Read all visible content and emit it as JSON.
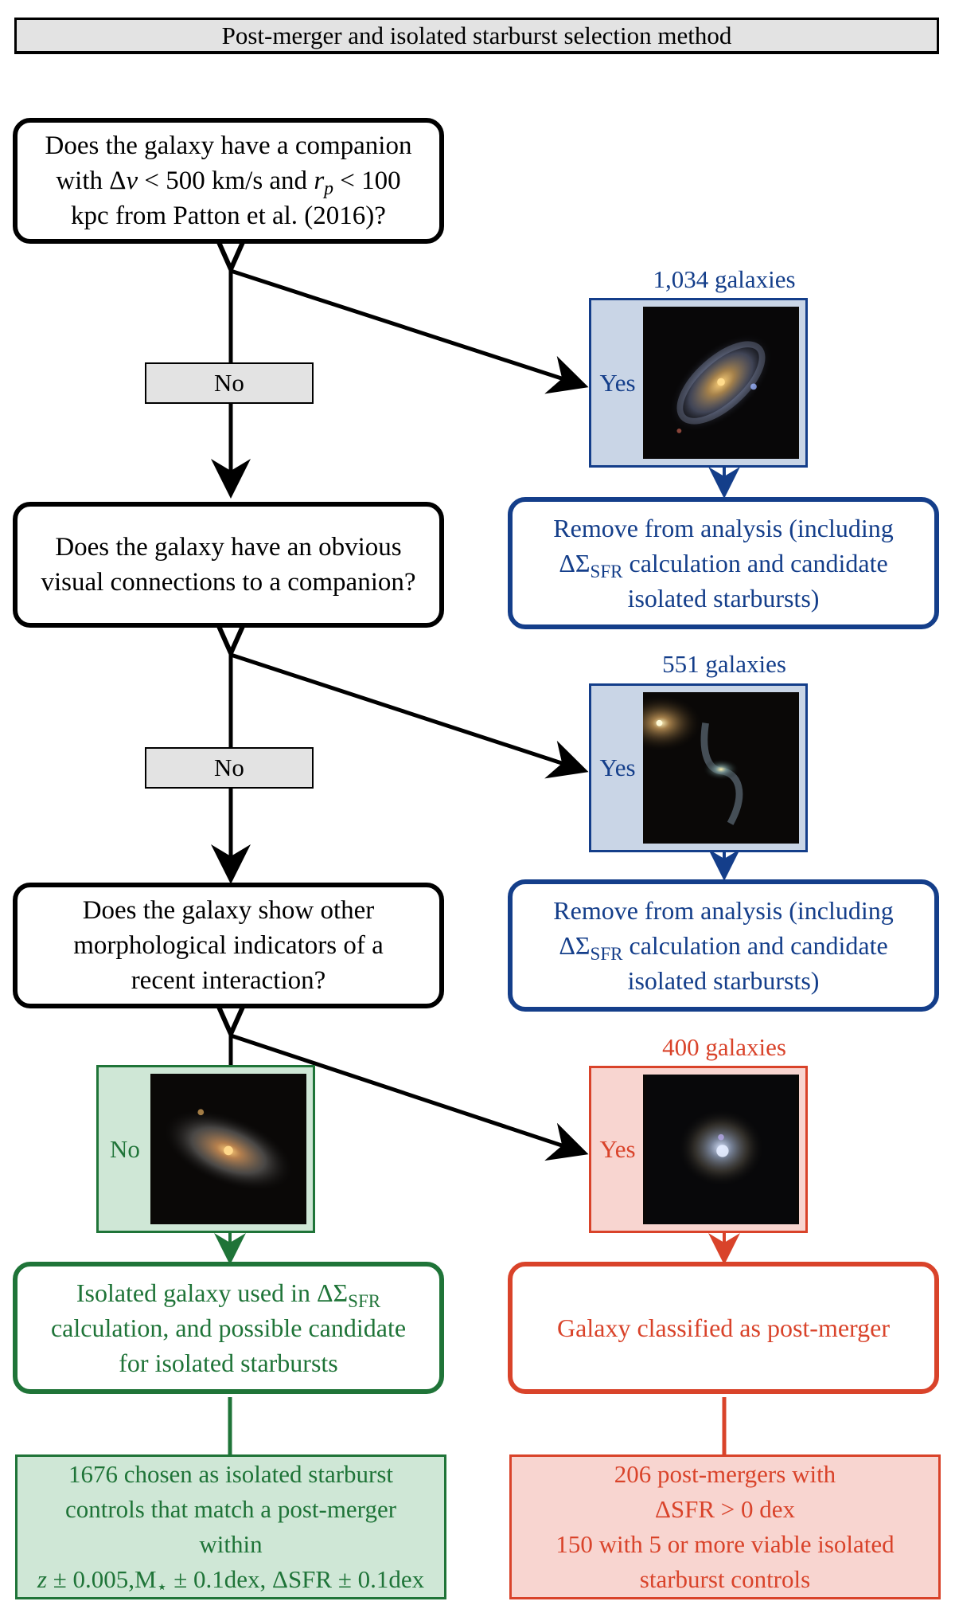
{
  "title": "Post-merger and isolated starburst selection method",
  "colors": {
    "neutral": "#000000",
    "tag_fill": "#e3e3e3",
    "removed": "#143e8a",
    "removed_fill": "#c9d5e6",
    "isolated": "#1f7438",
    "isolated_fill": "#cfe7d6",
    "post_merger": "#d9432a",
    "post_merger_fill": "#f8d5d0"
  },
  "steps": [
    {
      "question": {
        "line1": "Does the galaxy have a companion",
        "line2_a": "with Δ",
        "line2_v": "v",
        "line2_b": " < 500 km/s and ",
        "line2_r": "r",
        "line2_p": "p",
        "line2_c": " < 100",
        "line3": "kpc from Patton et al. (2016)?"
      },
      "no_label": "No",
      "yes_branch": {
        "count": "1,034 galaxies",
        "label": "Yes",
        "image_icon": "spiral-galaxy-icon",
        "outcome": {
          "line1": "Remove from analysis (including",
          "delta_sigma": "ΔΣ",
          "sub": "SFR",
          "line2_rest": " calculation and candidate",
          "line3": "isolated starbursts)"
        }
      }
    },
    {
      "question": {
        "line1": "Does the galaxy have an obvious",
        "line2": "visual connections to a companion?"
      },
      "no_label": "No",
      "yes_branch": {
        "count": "551 galaxies",
        "label": "Yes",
        "image_icon": "interacting-galaxies-icon",
        "outcome": {
          "line1": "Remove from analysis (including",
          "delta_sigma": "ΔΣ",
          "sub": "SFR",
          "line2_rest": " calculation and candidate",
          "line3": "isolated starbursts)"
        }
      }
    },
    {
      "question": {
        "line1": "Does the galaxy show other",
        "line2": "morphological indicators of a",
        "line3": "recent interaction?"
      },
      "no_branch": {
        "label": "No",
        "image_icon": "isolated-spiral-galaxy-icon",
        "outcome": {
          "line1_a": "Isolated galaxy used in ",
          "delta_sigma": "ΔΣ",
          "sub": "SFR",
          "line2": "calculation, and possible candidate",
          "line3": "for isolated starbursts"
        },
        "result": {
          "line1": "1676 chosen as isolated starburst",
          "line2": "controls that match a post-merger",
          "line3": "within",
          "line4_z": "z",
          "line4_a": " ± 0.005,M",
          "line4_star": "⋆",
          "line4_b": " ± 0.1dex, ΔSFR ± 0.1dex"
        }
      },
      "yes_branch": {
        "count": "400 galaxies",
        "label": "Yes",
        "image_icon": "disturbed-galaxy-icon",
        "outcome": {
          "line1": "Galaxy classified as post-merger"
        },
        "result": {
          "line1": "206 post-mergers with",
          "line2": "ΔSFR > 0 dex",
          "line3": "150 with 5 or more viable isolated",
          "line4": "starburst controls"
        }
      }
    }
  ]
}
